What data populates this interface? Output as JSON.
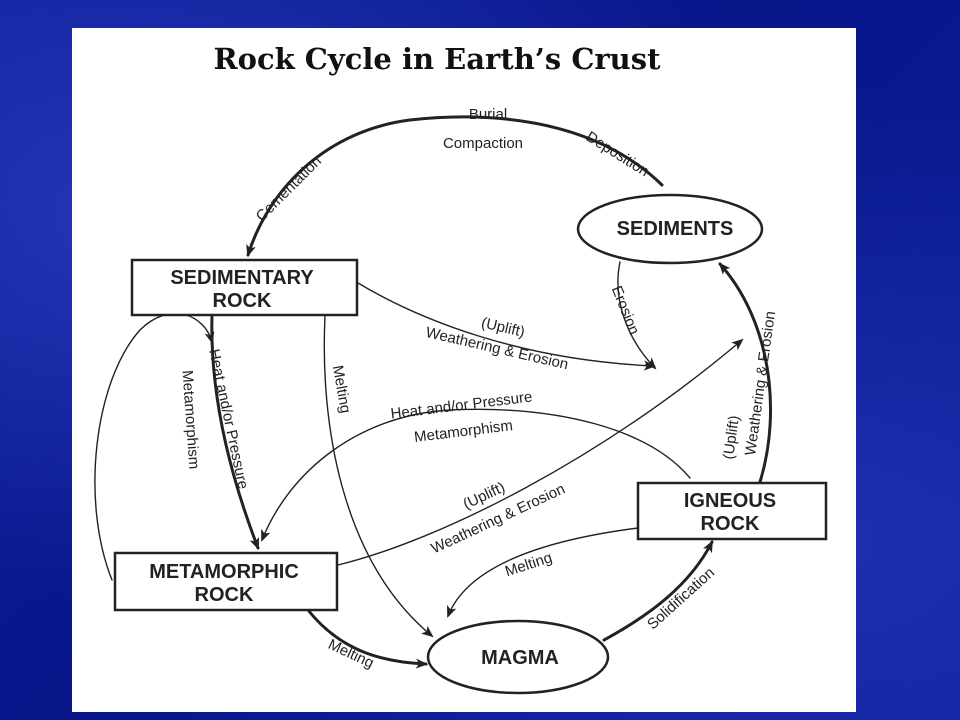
{
  "title": "Rock Cycle in Earth’s Crust",
  "nodes": {
    "sediments": [
      "SEDIMENTS"
    ],
    "sedimentary_rock": [
      "SEDIMENTARY",
      "ROCK"
    ],
    "metamorphic_rock": [
      "METAMORPHIC",
      "ROCK"
    ],
    "igneous_rock": [
      "IGNEOUS",
      "ROCK"
    ],
    "magma": [
      "MAGMA"
    ]
  },
  "labels": {
    "burial": "Burial",
    "compaction": "Compaction",
    "deposition": "Deposition",
    "cementation": "Cementation",
    "erosion": "Erosion",
    "uplift_1": "(Uplift)",
    "weathering_erosion_1": "Weathering & Erosion",
    "uplift_2": "(Uplift)",
    "weathering_erosion_2": "Weathering & Erosion",
    "uplift_3": "(Uplift)",
    "weathering_erosion_3": "Weathering & Erosion",
    "heat_pressure_1": "Heat and/or Pressure",
    "metamorphism_1": "Metamorphism",
    "heat_pressure_2": "Heat and/or Pressure",
    "metamorphism_2": "Metamorphism",
    "melting_1": "Melting",
    "melting_2": "Melting",
    "melting_3": "Melting",
    "solidification": "Solidification"
  }
}
